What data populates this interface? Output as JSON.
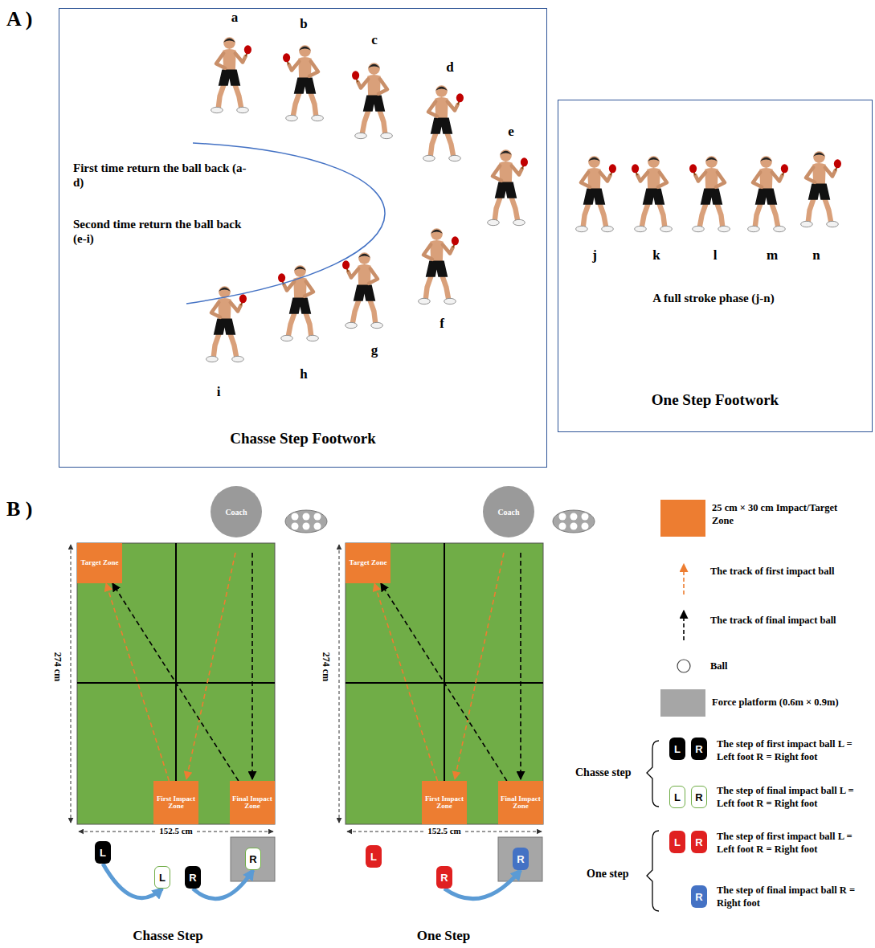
{
  "diagram": {
    "nodes": [
      {
        "text": [
          "Chasse Step Footwork"
        ]
      },
      {
        "text": [
          "One Step Footwork"
        ]
      },
      {
        "text": [
          "Coach"
        ]
      },
      {
        "text": [
          "Target Zone"
        ]
      },
      {
        "text": [
          "First Impact Zone"
        ]
      },
      {
        "text": [
          "Final Impact Zone"
        ]
      },
      {
        "text": [
          "L"
        ]
      },
      {
        "text": [
          "L"
        ]
      },
      {
        "text": [
          "R"
        ]
      },
      {
        "text": [
          "R"
        ]
      },
      {
        "text": [
          "Coach"
        ]
      },
      {
        "text": [
          "Target Zone"
        ]
      },
      {
        "text": [
          "First Impact Zone"
        ]
      },
      {
        "text": [
          "Final Impact Zone"
        ]
      },
      {
        "text": [
          "L"
        ]
      },
      {
        "text": [
          "R"
        ]
      },
      {
        "text": [
          "R"
        ]
      }
    ],
    "edges": [
      {
        "from": 4,
        "to": 3,
        "arrow": "to"
      },
      {
        "from": 5,
        "to": 3,
        "arrow": "to"
      },
      {
        "from": 12,
        "to": 11,
        "arrow": "to"
      },
      {
        "from": 13,
        "to": 11,
        "arrow": "to"
      },
      {
        "from": 6,
        "to": 7,
        "arrow": "to"
      },
      {
        "from": 8,
        "to": 9,
        "arrow": "to"
      },
      {
        "from": 15,
        "to": 16,
        "arrow": "to"
      }
    ],
    "labels": [
      "A )",
      "a",
      "b",
      "c",
      "d",
      "e",
      "First time return the ball back (a-d)",
      "Second time return the ball back (e-i)",
      "f",
      "g",
      "h",
      "i",
      "j",
      "k",
      "l",
      "m",
      "n",
      "A full stroke phase (j-n)",
      "B )",
      "274 cm",
      "152.5 cm",
      "Chasse Step",
      "274 cm",
      "152.5 cm",
      "One Step",
      "Chasse step",
      "L",
      "R",
      "L",
      "R",
      "One step",
      "L",
      "R",
      "R"
    ],
    "legend": [
      {
        "text": "25 cm × 30 cm Impact/Target Zone",
        "color": "#ED7D31"
      },
      {
        "text": "The track of first impact ball"
      },
      {
        "text": "The track of final impact ball"
      },
      {
        "text": "Ball"
      },
      {
        "text": "Force platform (0.6m × 0.9m)",
        "color": "#A6A6A6"
      },
      {
        "text": "The step of first impact ball L = Left foot R = Right foot"
      },
      {
        "text": "The step of final impact ball L = Left foot R = Right foot"
      },
      {
        "text": "The step of first impact ball L = Left foot R = Right foot"
      },
      {
        "text": "The step of final impact ball R = Right foot"
      }
    ]
  }
}
